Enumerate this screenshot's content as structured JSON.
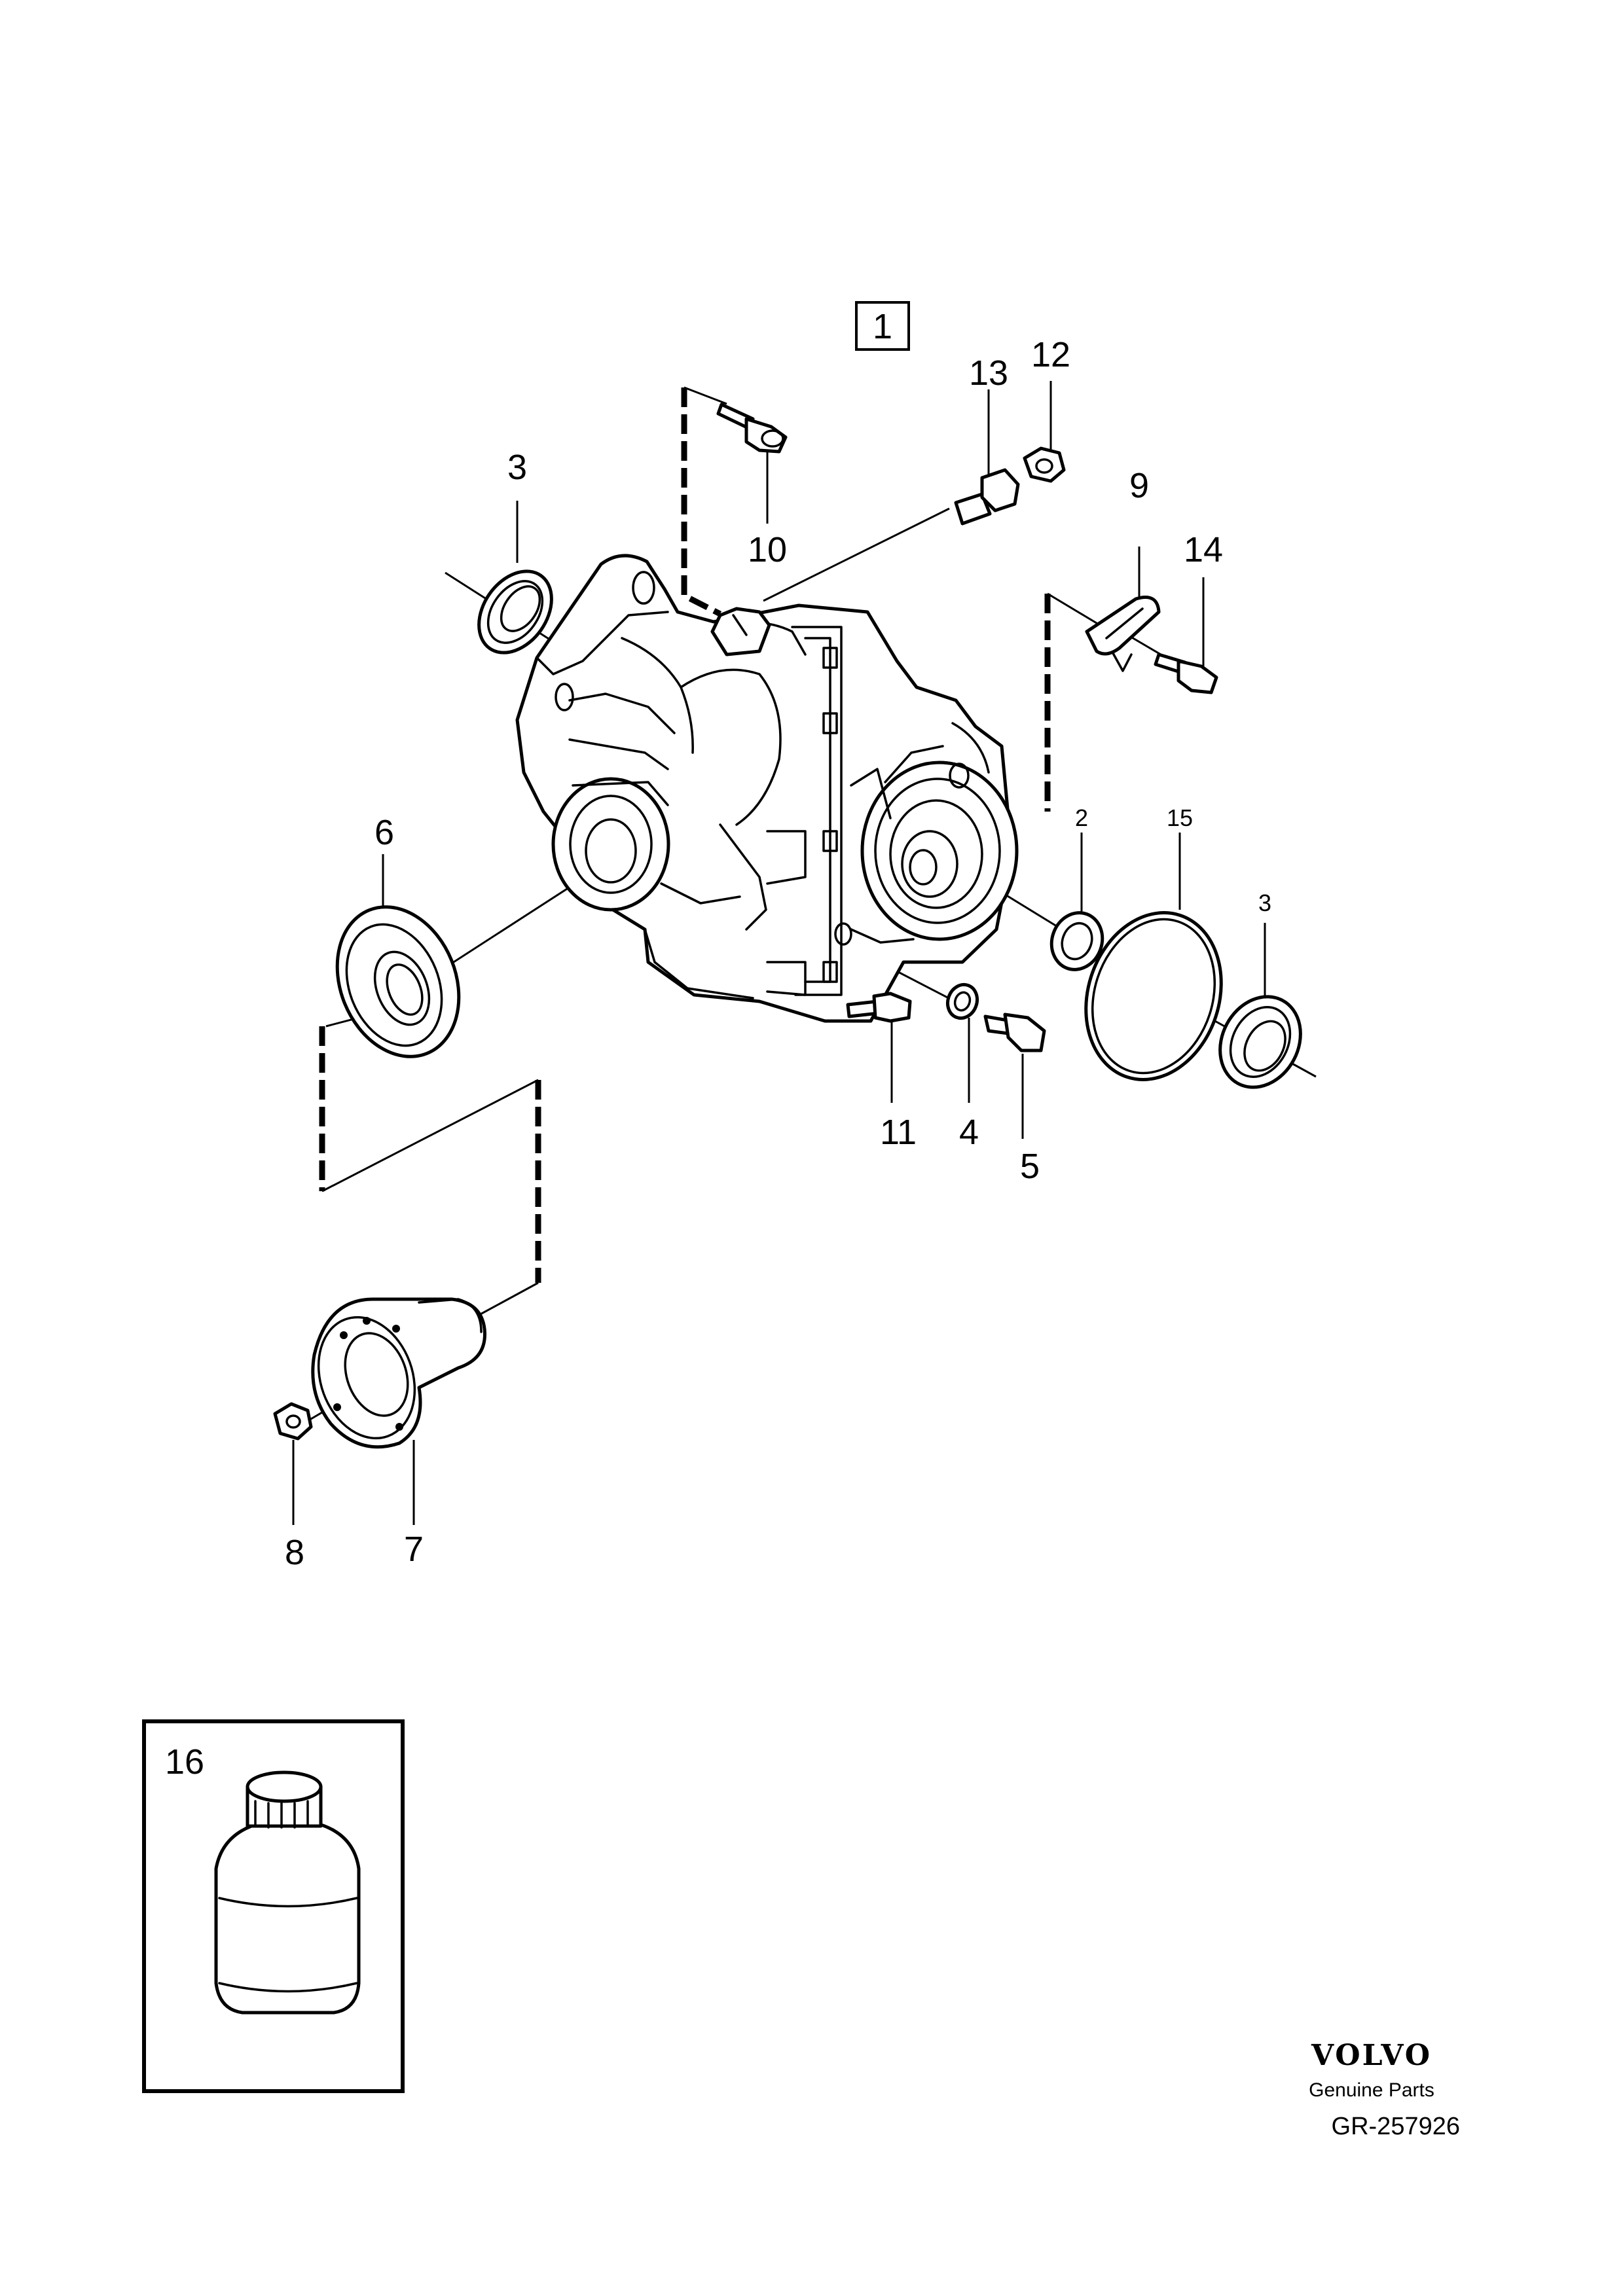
{
  "callouts": {
    "c1": "1",
    "c2": "2",
    "c3a": "3",
    "c3b": "3",
    "c4": "4",
    "c5": "5",
    "c6": "6",
    "c7": "7",
    "c8": "8",
    "c9": "9",
    "c10": "10",
    "c11": "11",
    "c12": "12",
    "c13": "13",
    "c14": "14",
    "c15": "15",
    "c16": "16"
  },
  "footer": {
    "brand": "VOLVO",
    "tagline": "Genuine Parts",
    "reference": "GR-257926"
  }
}
